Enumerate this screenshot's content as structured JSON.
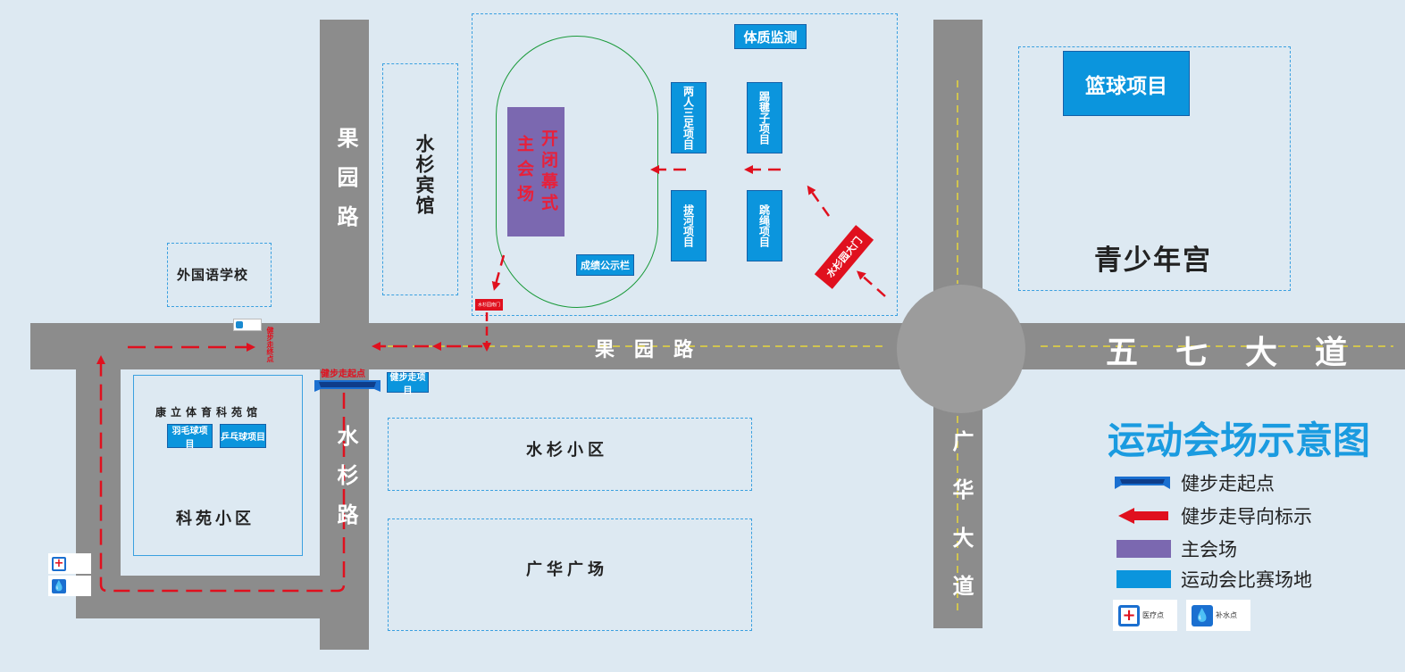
{
  "title": "运动会场示意图",
  "roads": {
    "guoyuan_v": "果园路",
    "guoyuan_h": "果园路",
    "shuishan_v": "水杉路",
    "guanghua": "广华大道",
    "wuqi": "五七大道"
  },
  "places": {
    "shuishan_hotel": "水杉宾馆",
    "foreign_school": "外国语学校",
    "kangli_gym": "康立体育科苑馆",
    "keyuan_district": "科苑小区",
    "shuishan_district": "水杉小区",
    "guanghua_square": "广华广场",
    "youth_palace": "青少年宫"
  },
  "venues": {
    "main_venue_col1": "主会场",
    "main_venue_col2": "开闭幕式",
    "fitness_test": "体质监测",
    "three_legged": "两人三足项目",
    "shuttlecock": "踢毽子项目",
    "tug_of_war": "拔河项目",
    "jump_rope": "跳绳项目",
    "results_board": "成绩公示栏",
    "basketball": "篮球项目",
    "badminton": "羽毛球项目",
    "pingpong": "乒乓球项目",
    "walk_project": "健步走项目"
  },
  "signs": {
    "main_gate": "水杉园大门",
    "small_gate": "水杉园南门",
    "walk_start": "健步走起点",
    "walk_end": "健步走终点"
  },
  "legend": {
    "walk_start": "健步走起点",
    "walk_direction": "健步走导向标示",
    "main_venue": "主会场",
    "competition_venue": "运动会比赛场地",
    "medical": "医疗点",
    "water": "补水点"
  },
  "colors": {
    "road": "#8c8c8c",
    "venue_blue": "#0b95dd",
    "main_venue_purple": "#7b68b0",
    "route_red": "#e0101e",
    "title_blue": "#1a9be0",
    "background": "#dde9f2"
  }
}
